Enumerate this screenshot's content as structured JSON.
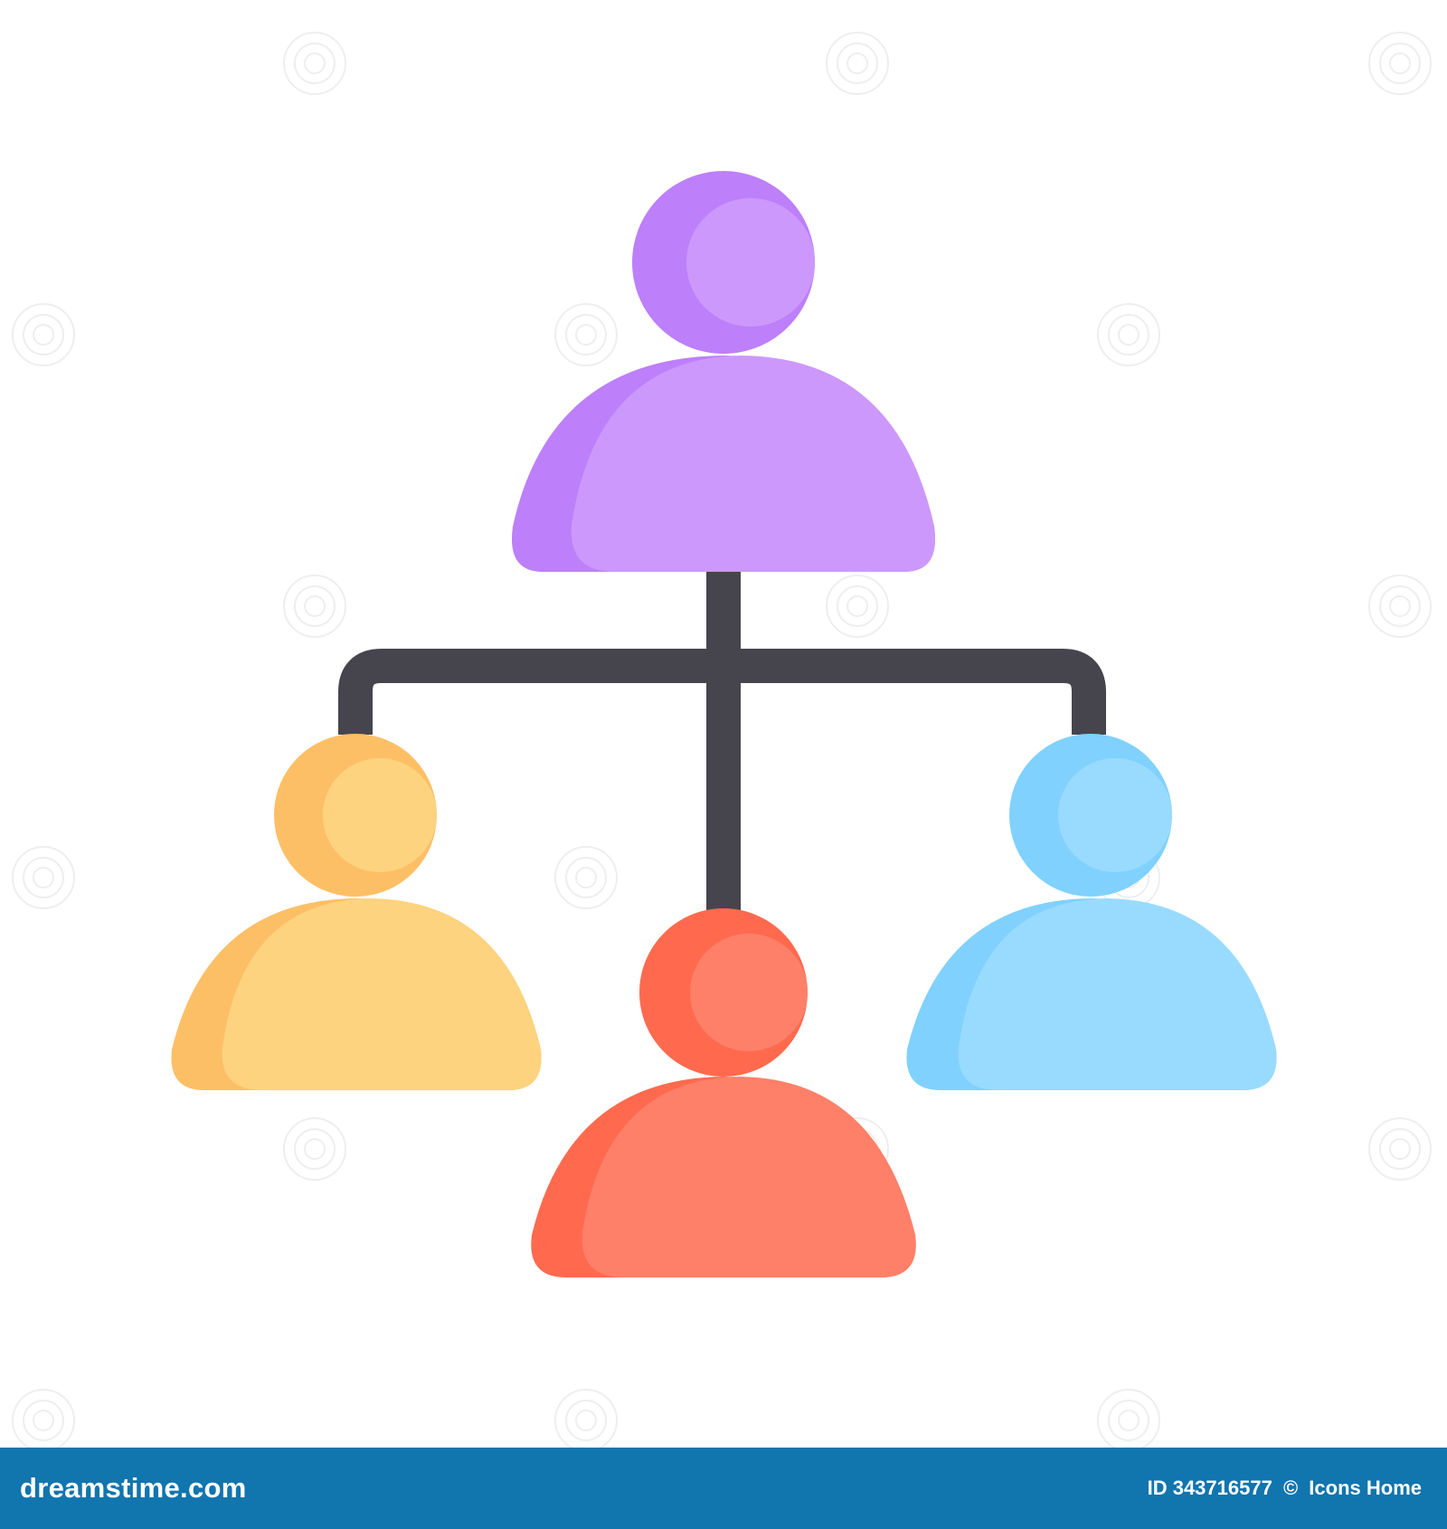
{
  "colors": {
    "background": "#ffffff",
    "connector": "#46454d",
    "top_person": "#cd98fc",
    "top_person_shade": "#bd7ffa",
    "left_person": "#fdd37f",
    "left_person_shade": "#fdbf66",
    "bottom_person": "#ff8068",
    "bottom_person_shade": "#ff6a4e",
    "right_person": "#99dbfe",
    "right_person_shade": "#80d1fe",
    "footer_bar": "#1175ae",
    "footer_text": "#ffffff"
  },
  "footer": {
    "brand": "dreamstime.com",
    "id_text": "ID 343716577",
    "separator": "©",
    "author": "Icons Home"
  }
}
